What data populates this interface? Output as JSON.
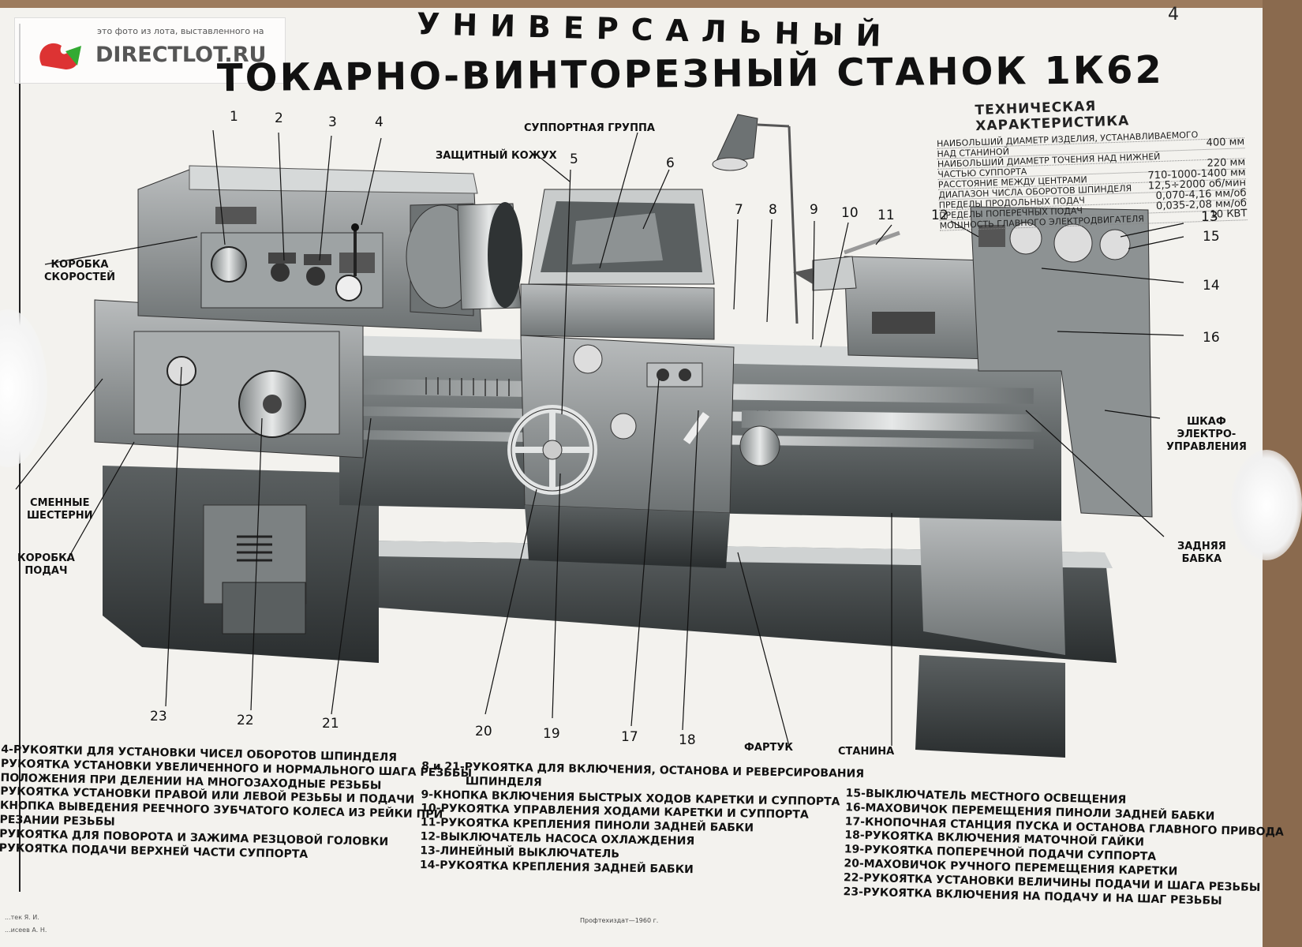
{
  "watermark": {
    "caption": "это фото из лота, выставленного на",
    "brand": "DIRECTLOT.RU"
  },
  "title": {
    "line1": "УНИВЕРСАЛЬНЫЙ",
    "line2": "ТОКАРНО-ВИНТОРЕЗНЫЙ СТАНОК 1К62"
  },
  "page_number": "4",
  "specs": {
    "heading": "ТЕХНИЧЕСКАЯ ХАРАКТЕРИСТИКА",
    "rows": [
      {
        "label": "НАИБОЛЬШИЙ ДИАМЕТР ИЗДЕЛИЯ, УСТАНАВЛИВАЕМОГО",
        "value": ""
      },
      {
        "label": "НАД СТАНИНОЙ",
        "value": "400 мм"
      },
      {
        "label": "НАИБОЛЬШИЙ ДИАМЕТР ТОЧЕНИЯ НАД НИЖНЕЙ",
        "value": ""
      },
      {
        "label": "ЧАСТЬЮ СУППОРТА",
        "value": "220 мм"
      },
      {
        "label": "РАССТОЯНИЕ МЕЖДУ ЦЕНТРАМИ",
        "value": "710-1000-1400 мм"
      },
      {
        "label": "ДИАПАЗОН ЧИСЛА ОБОРОТОВ ШПИНДЕЛЯ",
        "value": "12,5÷2000 об/мин"
      },
      {
        "label": "ПРЕДЕЛЫ ПРОДОЛЬНЫХ ПОДАЧ",
        "value": "0,070-4,16 мм/об"
      },
      {
        "label": "ПРЕДЕЛЫ ПОПЕРЕЧНЫХ ПОДАЧ",
        "value": "0,035-2,08 мм/об"
      },
      {
        "label": "МОЩНОСТЬ ГЛАВНОГО ЭЛЕКТРОДВИГАТЕЛЯ",
        "value": "10 КВТ"
      }
    ]
  },
  "labels": {
    "support_group": "СУППОРТНАЯ ГРУППА",
    "guard": "ЗАЩИТНЫЙ КОЖУХ",
    "speed_box_1": "КОРОБКА",
    "speed_box_2": "СКОРОСТЕЙ",
    "gears_1": "СМЕННЫЕ",
    "gears_2": "ШЕСТЕРНИ",
    "feed_box_1": "КОРОБКА",
    "feed_box_2": "ПОДАЧ",
    "cabinet_1": "ШКАФ",
    "cabinet_2": "ЭЛЕКТРО-",
    "cabinet_3": "УПРАВЛЕНИЯ",
    "tailstock_1": "ЗАДНЯЯ",
    "tailstock_2": "БАБКА",
    "apron": "ФАРТУК",
    "bed": "СТАНИНА"
  },
  "numbers": [
    "1",
    "2",
    "3",
    "4",
    "5",
    "6",
    "7",
    "8",
    "9",
    "10",
    "11",
    "12",
    "13",
    "14",
    "15",
    "16",
    "17",
    "18",
    "19",
    "20",
    "21",
    "22",
    "23"
  ],
  "legend_left": [
    "4-РУКОЯТКИ ДЛЯ УСТАНОВКИ ЧИСЕЛ ОБОРОТОВ ШПИНДЕЛЯ",
    "РУКОЯТКА УСТАНОВКИ УВЕЛИЧЕННОГО И НОРМАЛЬНОГО ШАГА РЕЗЬБЫ",
    "ПОЛОЖЕНИЯ ПРИ ДЕЛЕНИИ НА МНОГОЗАХОДНЫЕ РЕЗЬБЫ",
    "РУКОЯТКА УСТАНОВКИ ПРАВОЙ ИЛИ ЛЕВОЙ РЕЗЬБЫ И ПОДАЧИ",
    "КНОПКА ВЫВЕДЕНИЯ РЕЕЧНОГО ЗУБЧАТОГО КОЛЕСА ИЗ РЕЙКИ ПРИ",
    "РЕЗАНИИ РЕЗЬБЫ",
    "РУКОЯТКА ДЛЯ ПОВОРОТА И ЗАЖИМА РЕЗЦОВОЙ ГОЛОВКИ",
    "РУКОЯТКА ПОДАЧИ ВЕРХНЕЙ ЧАСТИ СУППОРТА"
  ],
  "legend_center": [
    "8 и 21-РУКОЯТКА ДЛЯ ВКЛЮЧЕНИЯ, ОСТАНОВА И РЕВЕРСИРОВАНИЯ",
    "ШПИНДЕЛЯ",
    "9-КНОПКА ВКЛЮЧЕНИЯ БЫСТРЫХ ХОДОВ КАРЕТКИ И СУППОРТА",
    "10-РУКОЯТКА УПРАВЛЕНИЯ ХОДАМИ КАРЕТКИ И СУППОРТА",
    "11-РУКОЯТКА КРЕПЛЕНИЯ ПИНОЛИ ЗАДНЕЙ БАБКИ",
    "12-ВЫКЛЮЧАТЕЛЬ НАСОСА ОХЛАЖДЕНИЯ",
    "13-ЛИНЕЙНЫЙ ВЫКЛЮЧАТЕЛЬ",
    "14-РУКОЯТКА КРЕПЛЕНИЯ ЗАДНЕЙ БАБКИ"
  ],
  "legend_right": [
    "15-ВЫКЛЮЧАТЕЛЬ МЕСТНОГО ОСВЕЩЕНИЯ",
    "16-МАХОВИЧОК ПЕРЕМЕЩЕНИЯ ПИНОЛИ ЗАДНЕЙ БАБКИ",
    "17-КНОПОЧНАЯ СТАНЦИЯ ПУСКА И ОСТАНОВА ГЛАВНОГО ПРИВОДА",
    "18-РУКОЯТКА ВКЛЮЧЕНИЯ МАТОЧНОЙ ГАЙКИ",
    "19-РУКОЯТКА ПОПЕРЕЧНОЙ ПОДАЧИ СУППОРТА",
    "20-МАХОВИЧОК РУЧНОГО ПЕРЕМЕЩЕНИЯ КАРЕТКИ",
    "22-РУКОЯТКА УСТАНОВКИ ВЕЛИЧИНЫ ПОДАЧИ И ШАГА РЕЗЬБЫ",
    "23-РУКОЯТКА ВКЛЮЧЕНИЯ НА ПОДАЧУ И НА ШАГ РЕЗЬБЫ"
  ],
  "footer": {
    "author1": "...тек Я. И.",
    "author2": "...исеев А. Н.",
    "publisher": "Профтехиздат—1960 г."
  }
}
